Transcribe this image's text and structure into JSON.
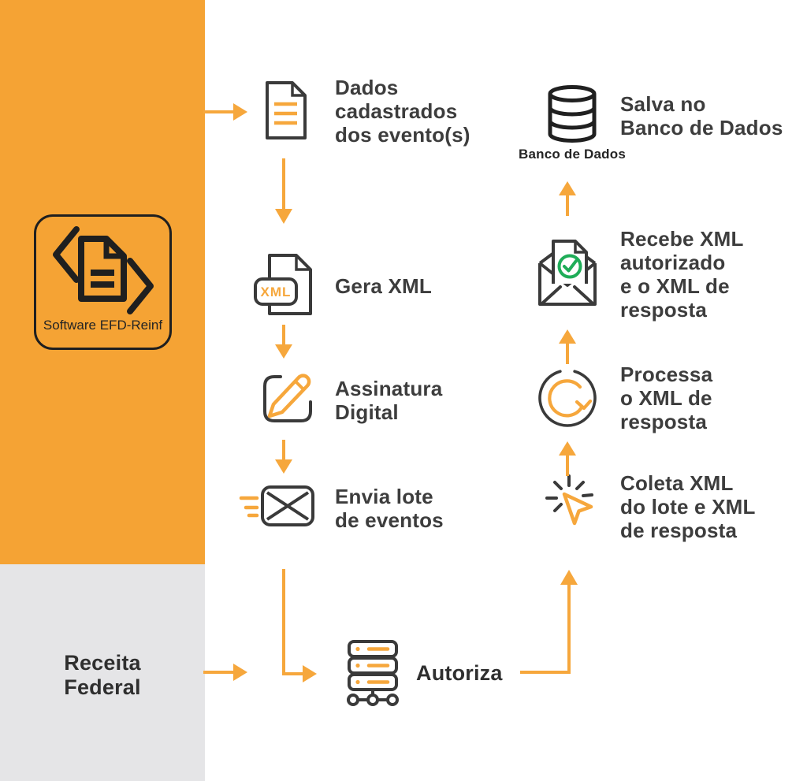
{
  "diagram": {
    "left_panel": {
      "software_label": "Software EFD-Reinf",
      "receita_label": "Receita\nFederal"
    },
    "steps": {
      "dados": "Dados\ncadastrados\ndos evento(s)",
      "gera_xml": "Gera XML",
      "xml_badge": "XML",
      "assinatura": "Assinatura\nDigital",
      "envia": "Envia lote\nde eventos",
      "autoriza": "Autoriza",
      "coleta": "Coleta XML\ndo lote e XML\nde resposta",
      "processa": "Processa\no XML de\nresposta",
      "recebe": "Recebe XML\nautorizado\ne o XML de\nresposta",
      "salva": "Salva no\nBanco de Dados",
      "banco_caption": "Banco de Dados"
    },
    "colors": {
      "orange": "#F5A334",
      "arrow_orange": "#F6A73C",
      "panel_gray": "#E5E5E7",
      "text_dark": "#3D3D3D",
      "icon_dark": "#3A3A3A",
      "icon_black": "#1F1F1F",
      "green": "#1FAD58",
      "background": "#FFFFFF"
    }
  }
}
